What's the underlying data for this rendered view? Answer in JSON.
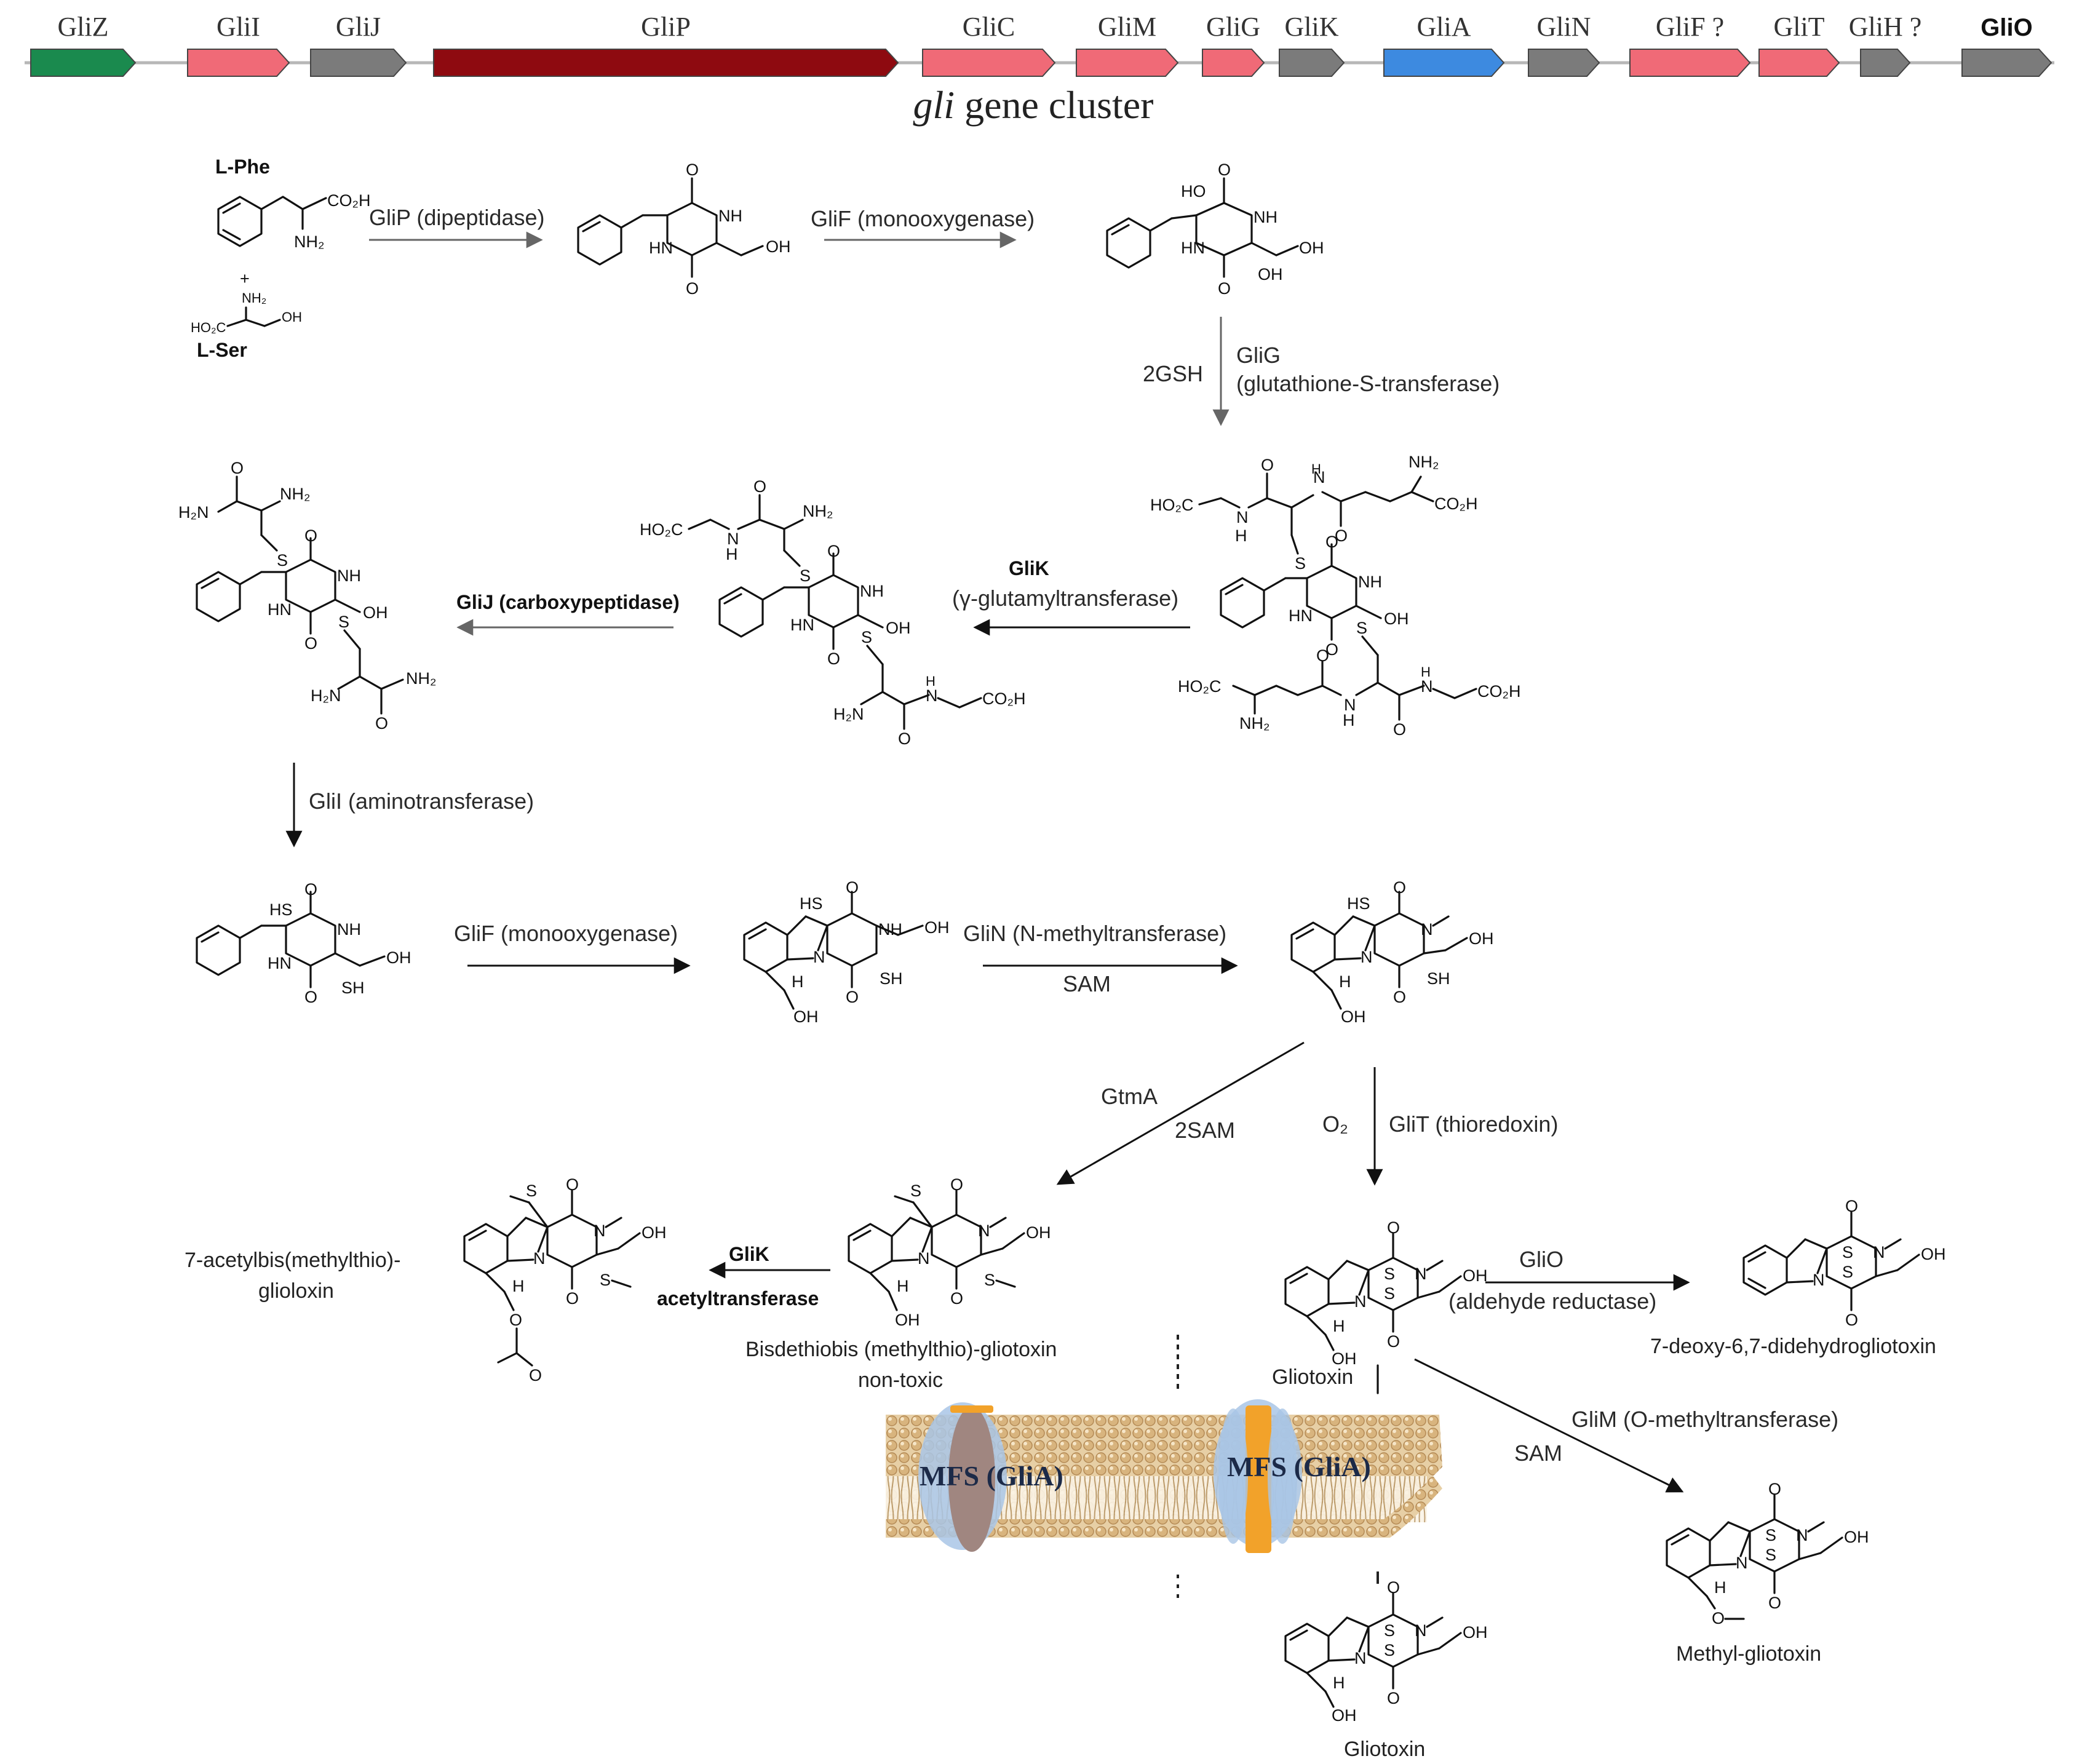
{
  "gene_cluster": {
    "title_italic": "gli",
    "title_rest": " gene cluster",
    "genes": [
      {
        "id": "GliZ",
        "label": "GliZ",
        "color": "#1a8a4e"
      },
      {
        "id": "GliI",
        "label": "GliI",
        "color": "#f06a77"
      },
      {
        "id": "GliJ",
        "label": "GliJ",
        "color": "#7b7b7b"
      },
      {
        "id": "GliP",
        "label": "GliP",
        "color": "#8e0a10"
      },
      {
        "id": "GliC",
        "label": "GliC",
        "color": "#f06a77"
      },
      {
        "id": "GliM",
        "label": "GliM",
        "color": "#f06a77"
      },
      {
        "id": "GliG",
        "label": "GliG",
        "color": "#f06a77"
      },
      {
        "id": "GliK",
        "label": "GliK",
        "color": "#7b7b7b"
      },
      {
        "id": "GliA",
        "label": "GliA",
        "color": "#3d8ae0"
      },
      {
        "id": "GliN",
        "label": "GliN",
        "color": "#7b7b7b"
      },
      {
        "id": "GliF",
        "label": "GliF ?",
        "color": "#f06a77"
      },
      {
        "id": "GliT",
        "label": "GliT",
        "color": "#f06a77"
      },
      {
        "id": "GliH",
        "label": "GliH ?",
        "color": "#7b7b7b"
      },
      {
        "id": "GliO",
        "label": "GliO",
        "color": "#7b7b7b"
      }
    ]
  },
  "substrates": {
    "phe": "L-Phe",
    "plus": "+",
    "ser": "L-Ser"
  },
  "steps": {
    "glip": "GliP (dipeptidase)",
    "glif1": "GliF (monooxygenase)",
    "glig_cofactor": "2GSH",
    "glig_name": "GliG",
    "glig_desc": "(glutathione-S-transferase)",
    "glik1_name": "GliK",
    "glik1_desc": "(γ-glutamyltransferase)",
    "glij": "GliJ (carboxypeptidase)",
    "glii": "GliI (aminotransferase)",
    "glif2": "GliF (monooxygenase)",
    "glin": "GliN (N-methyltransferase)",
    "glin_cofactor": "SAM",
    "gtma": "GtmA",
    "gtma_cofactor": "2SAM",
    "glit_cofactor": "O₂",
    "glit": "GliT (thioredoxin)",
    "glik2_name": "GliK",
    "glik2_desc": "acetyltransferase",
    "glio_name": "GliO",
    "glio_desc": "(aldehyde reductase)",
    "glim": "GliM (O-methyltransferase)",
    "glim_cofactor": "SAM"
  },
  "compounds": {
    "acetyl": "7-acetylbis(methylthio)-\nglioloxin",
    "bisdethio": "Bisdethiobis (methylthio)-gliotoxin",
    "nontoxic": "non-toxic",
    "gliotoxin_inner": "Gliotoxin",
    "dehydro": "7-deoxy-6,7-didehydrogliotoxin",
    "methyl": "Methyl-gliotoxin",
    "gliotoxin_out": "Gliotoxin"
  },
  "membrane": {
    "mfs1": "MFS (GliA)",
    "mfs2": "MFS (GliA)",
    "colors": {
      "lipid": "#d9b98a",
      "lipid_dark": "#b48a55",
      "transporter": "#a9c6e6",
      "transporter_core1": "#a08680",
      "transporter_core2": "#f2a22a"
    }
  }
}
